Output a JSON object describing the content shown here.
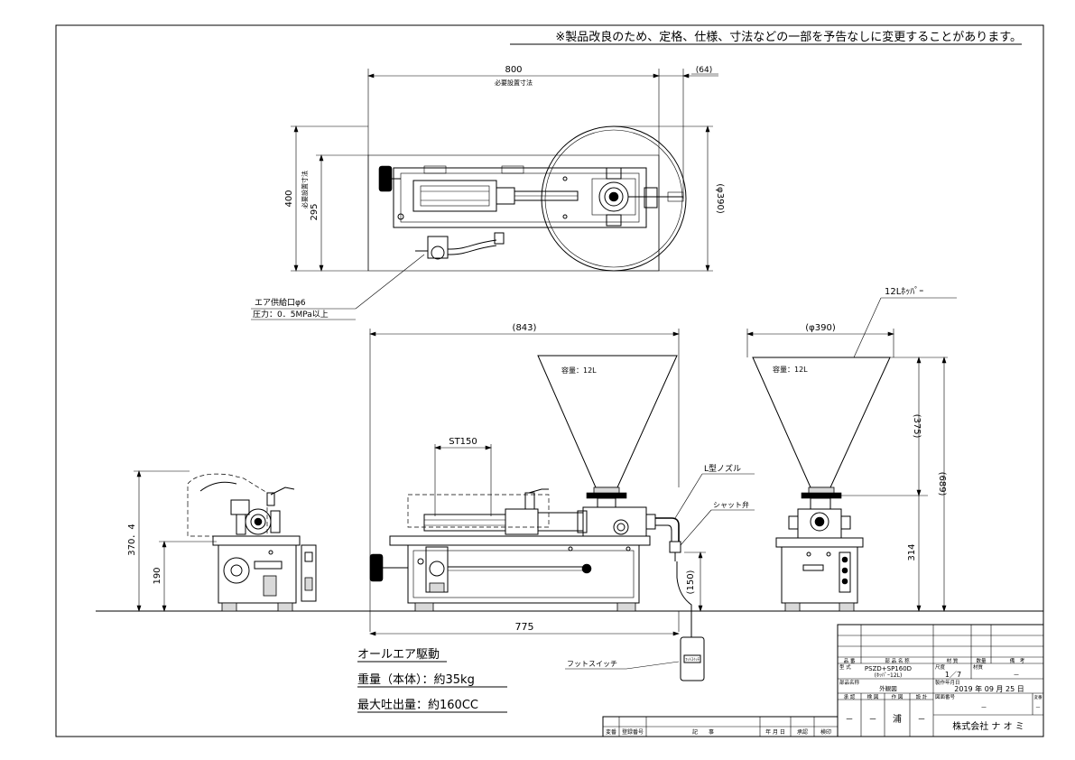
{
  "notice": "※製品改良のため、定格、仕様、寸法などの一部を予告なしに変更することがあります。",
  "top_view": {
    "dim_width": "800",
    "dim_width_caption": "必要設置寸法",
    "dim_offset": "(64)",
    "dim_height": "400",
    "dim_inner_height": "295",
    "dim_inner_caption": "必要設置寸法",
    "dim_diameter": "(φ390)",
    "air_supply_line1": "エア供給口φ6",
    "air_supply_line2": "圧力：0．5MPa以上"
  },
  "front_view": {
    "dim_total": "(843)",
    "dim_base": "775",
    "stroke": "ST150",
    "capacity": "容量：12L",
    "nozzle_label": "L型ノズル",
    "shutter_label": "シャット弁",
    "dim_nozzle_height": "(150)",
    "foot_switch_label": "フットスイッチ",
    "foot_switch_badge": "ﾌｯﾄｽｲｯﾁ"
  },
  "side_view": {
    "dim_total_height": "370．4",
    "dim_body_height": "190"
  },
  "right_view": {
    "dim_diameter": "(φ390)",
    "hopper_label": "12Lﾎｯﾊﾟｰ",
    "capacity": "容量：12L",
    "dim_hopper_height": "(375)",
    "dim_total_height": "(689)",
    "dim_body_height": "314"
  },
  "specs": {
    "drive": "オールエア駆動",
    "weight": "重量（本体）：約35kg",
    "output": "最大吐出量：約160CC"
  },
  "revision_table": {
    "headers": [
      "変番",
      "登録番号",
      "記　　事",
      "年 月 日",
      "承認",
      "検印"
    ]
  },
  "title_block": {
    "col_item": "品 番",
    "col_part": "部 品 名 称",
    "col_material": "材 質",
    "col_qty": "数量",
    "col_note": "備　考",
    "model_label": "型 式",
    "model_value": "PSZD+SP160D",
    "model_sub": "(ﾎｯﾊﾟｰ12L)",
    "scale_label": "尺度",
    "scale_value": "1／7",
    "material_label": "材質",
    "material_value": "－",
    "part_name_label": "部品名称",
    "part_name_value": "外観図",
    "date_label": "製作年月日",
    "date_value": "2019 年 09 月 25 日",
    "approve": "承 認",
    "check": "検 図",
    "draw": "作 図",
    "design": "設 計",
    "drawing_no_label": "図面番号",
    "drawing_no_value": "－",
    "revision_label": "変番",
    "revision_value": "－",
    "approve_value": "－",
    "check_value": "－",
    "draw_value": "浦",
    "design_value": "－",
    "company": "株式会社 ナ オ ミ"
  }
}
